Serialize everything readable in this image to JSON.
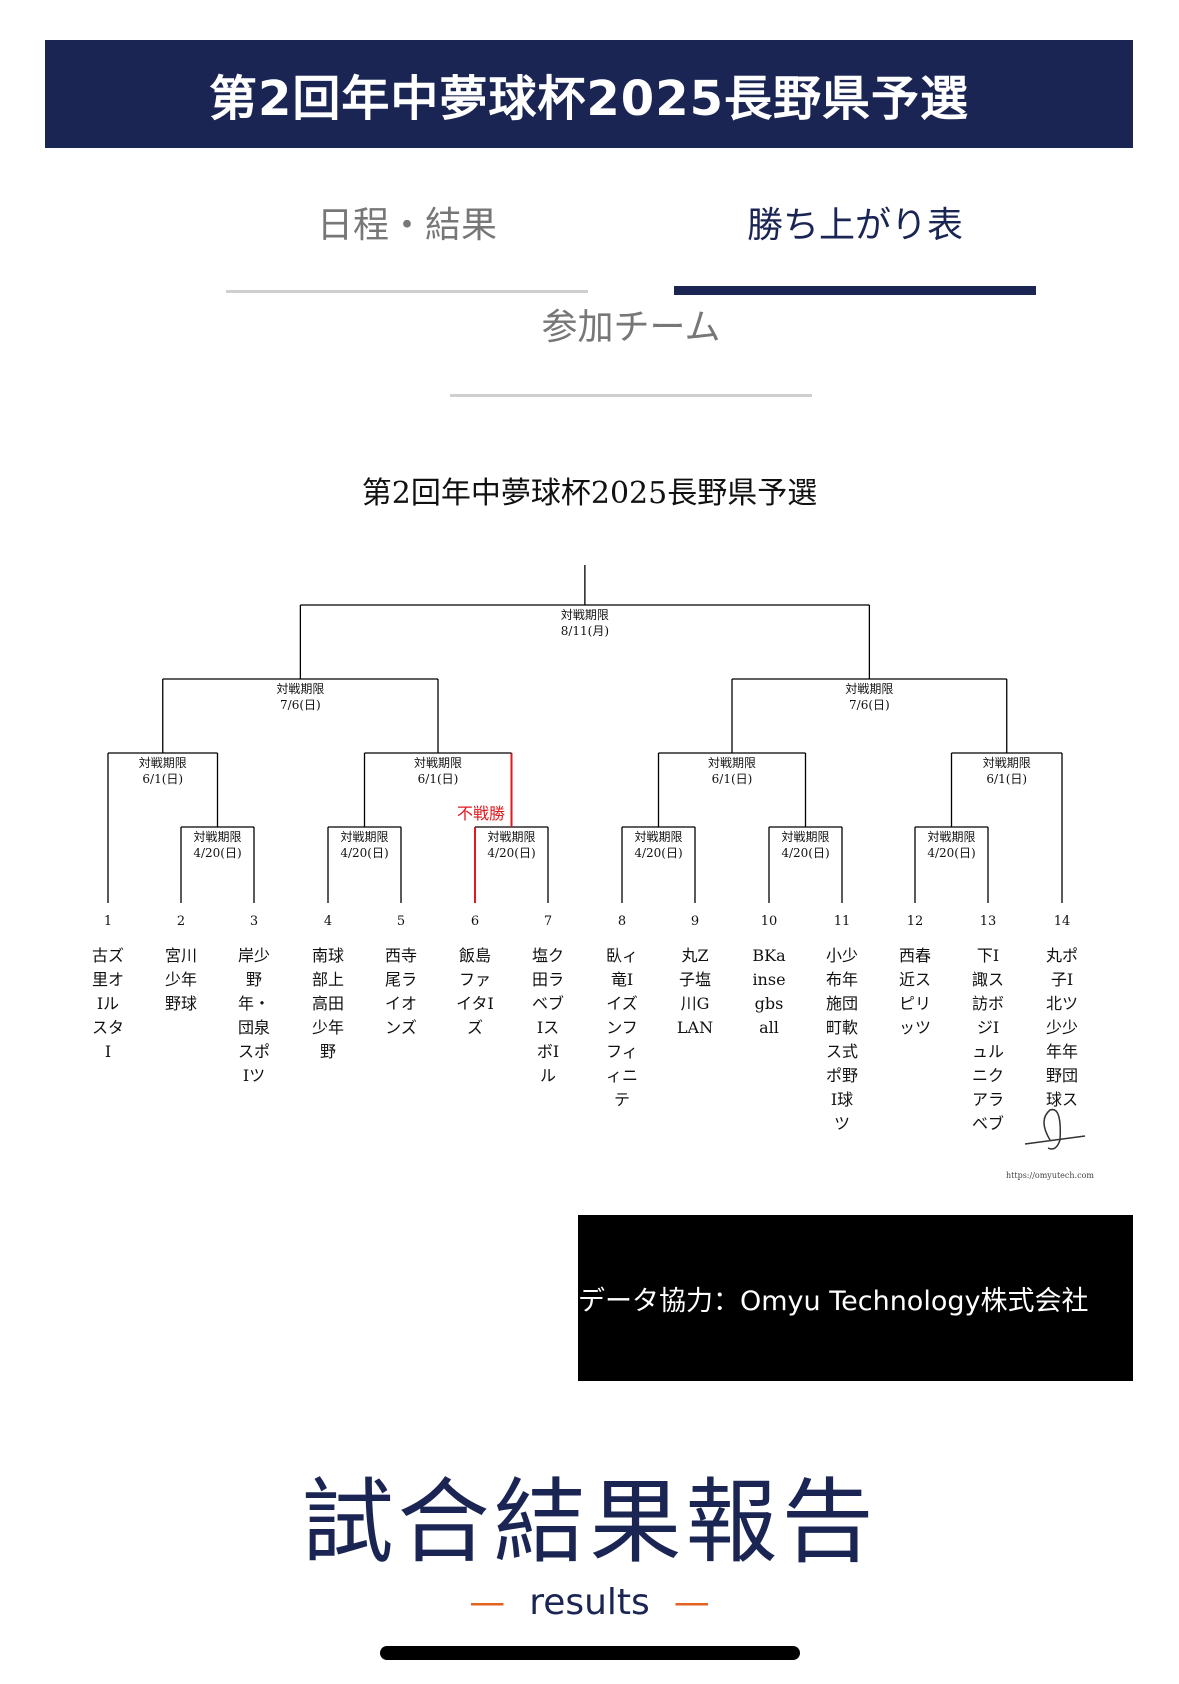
{
  "header": {
    "title": "第2回年中夢球杯2025長野県予選"
  },
  "tabs": {
    "schedule": "日程・結果",
    "bracket": "勝ち上がり表",
    "teams": "参加チーム"
  },
  "bracket": {
    "title": "第2回年中夢球杯2025長野県予選",
    "deadline_label": "対戦期限",
    "dates": {
      "final": "8/11(月)",
      "semi": "7/6(日)",
      "quarter": "6/1(日)",
      "first": "4/20(日)"
    },
    "walkover_label": "不戦勝",
    "teams": [
      {
        "seed": "1",
        "name": "古ズ里オIルスタI"
      },
      {
        "seed": "2",
        "name": "宮川少年野球"
      },
      {
        "seed": "3",
        "name": "岸少野年・団泉スポIツ"
      },
      {
        "seed": "4",
        "name": "南球部上高田少年野"
      },
      {
        "seed": "5",
        "name": "西寺尾ライオンズ"
      },
      {
        "seed": "6",
        "name": "飯島ファイタIズ"
      },
      {
        "seed": "7",
        "name": "塩ク田ラベブIスボIル"
      },
      {
        "seed": "8",
        "name": "臥ィ竜Iイズンフフィィニテ"
      },
      {
        "seed": "9",
        "name": "丸Z子塩川GLAN"
      },
      {
        "seed": "10",
        "name": "BKainsegbsall"
      },
      {
        "seed": "11",
        "name": "小少布年施団町軟ス式ポ野I球ツ"
      },
      {
        "seed": "12",
        "name": "西春近スピリッツ"
      },
      {
        "seed": "13",
        "name": "下I諏ス訪ボジIュルニクアラベブ"
      },
      {
        "seed": "14",
        "name": "丸ポ子I北ツ少少年年野団球ス"
      }
    ],
    "watermark": "https://omyutech.com"
  },
  "sponsor": {
    "text": "データ協力：Omyu Technology株式会社"
  },
  "results": {
    "title": "試合結果報告",
    "subtitle": "results"
  },
  "colors": {
    "navy": "#1b2554",
    "accent": "#e2621f",
    "walkover": "#e0191f"
  }
}
